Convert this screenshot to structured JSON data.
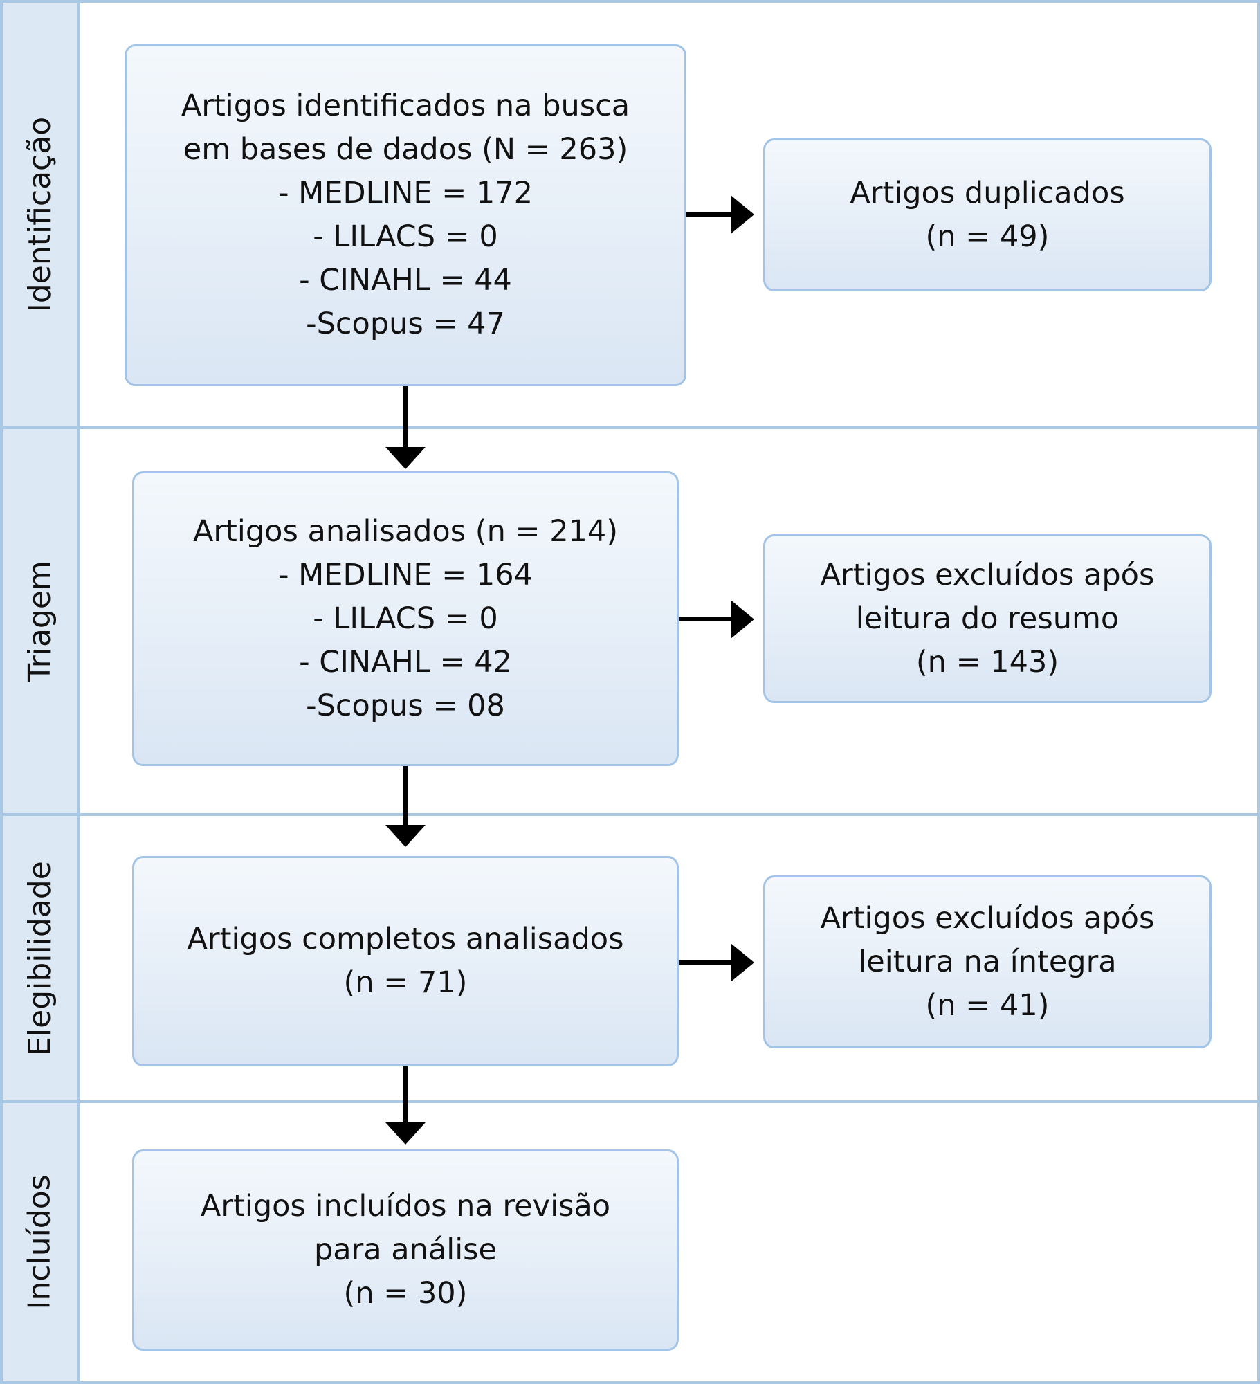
{
  "stages": {
    "identificacao": "Identificação",
    "triagem": "Triagem",
    "elegibilidade": "Elegibilidade",
    "incluidos": "Incluídos"
  },
  "boxes": {
    "identified": {
      "lines": [
        "Artigos identificados na busca",
        "em bases de dados (N = 263)",
        "- MEDLINE = 172",
        "- LILACS = 0",
        "- CINAHL = 44",
        "-Scopus = 47"
      ]
    },
    "duplicates": {
      "lines": [
        "Artigos duplicados",
        "(n = 49)"
      ]
    },
    "screened": {
      "lines": [
        "Artigos analisados (n = 214)",
        "- MEDLINE = 164",
        "- LILACS = 0",
        "- CINAHL = 42",
        "-Scopus = 08"
      ]
    },
    "excluded_abstract": {
      "lines": [
        "Artigos excluídos após",
        "leitura do resumo",
        "(n = 143)"
      ]
    },
    "fulltext": {
      "lines": [
        "Artigos completos analisados",
        "(n = 71)"
      ]
    },
    "excluded_fulltext": {
      "lines": [
        "Artigos excluídos após",
        "leitura na íntegra",
        "(n = 41)"
      ]
    },
    "included": {
      "lines": [
        "Artigos incluídos na revisão",
        "para análise",
        "(n = 30)"
      ]
    }
  },
  "colors": {
    "frame": "#a8c8e6",
    "sidebar": "#dde8f5",
    "box_border": "#a3c4e6",
    "box_top": "#f4f8fc",
    "box_bottom": "#dae6f4",
    "arrow": "#000000"
  }
}
